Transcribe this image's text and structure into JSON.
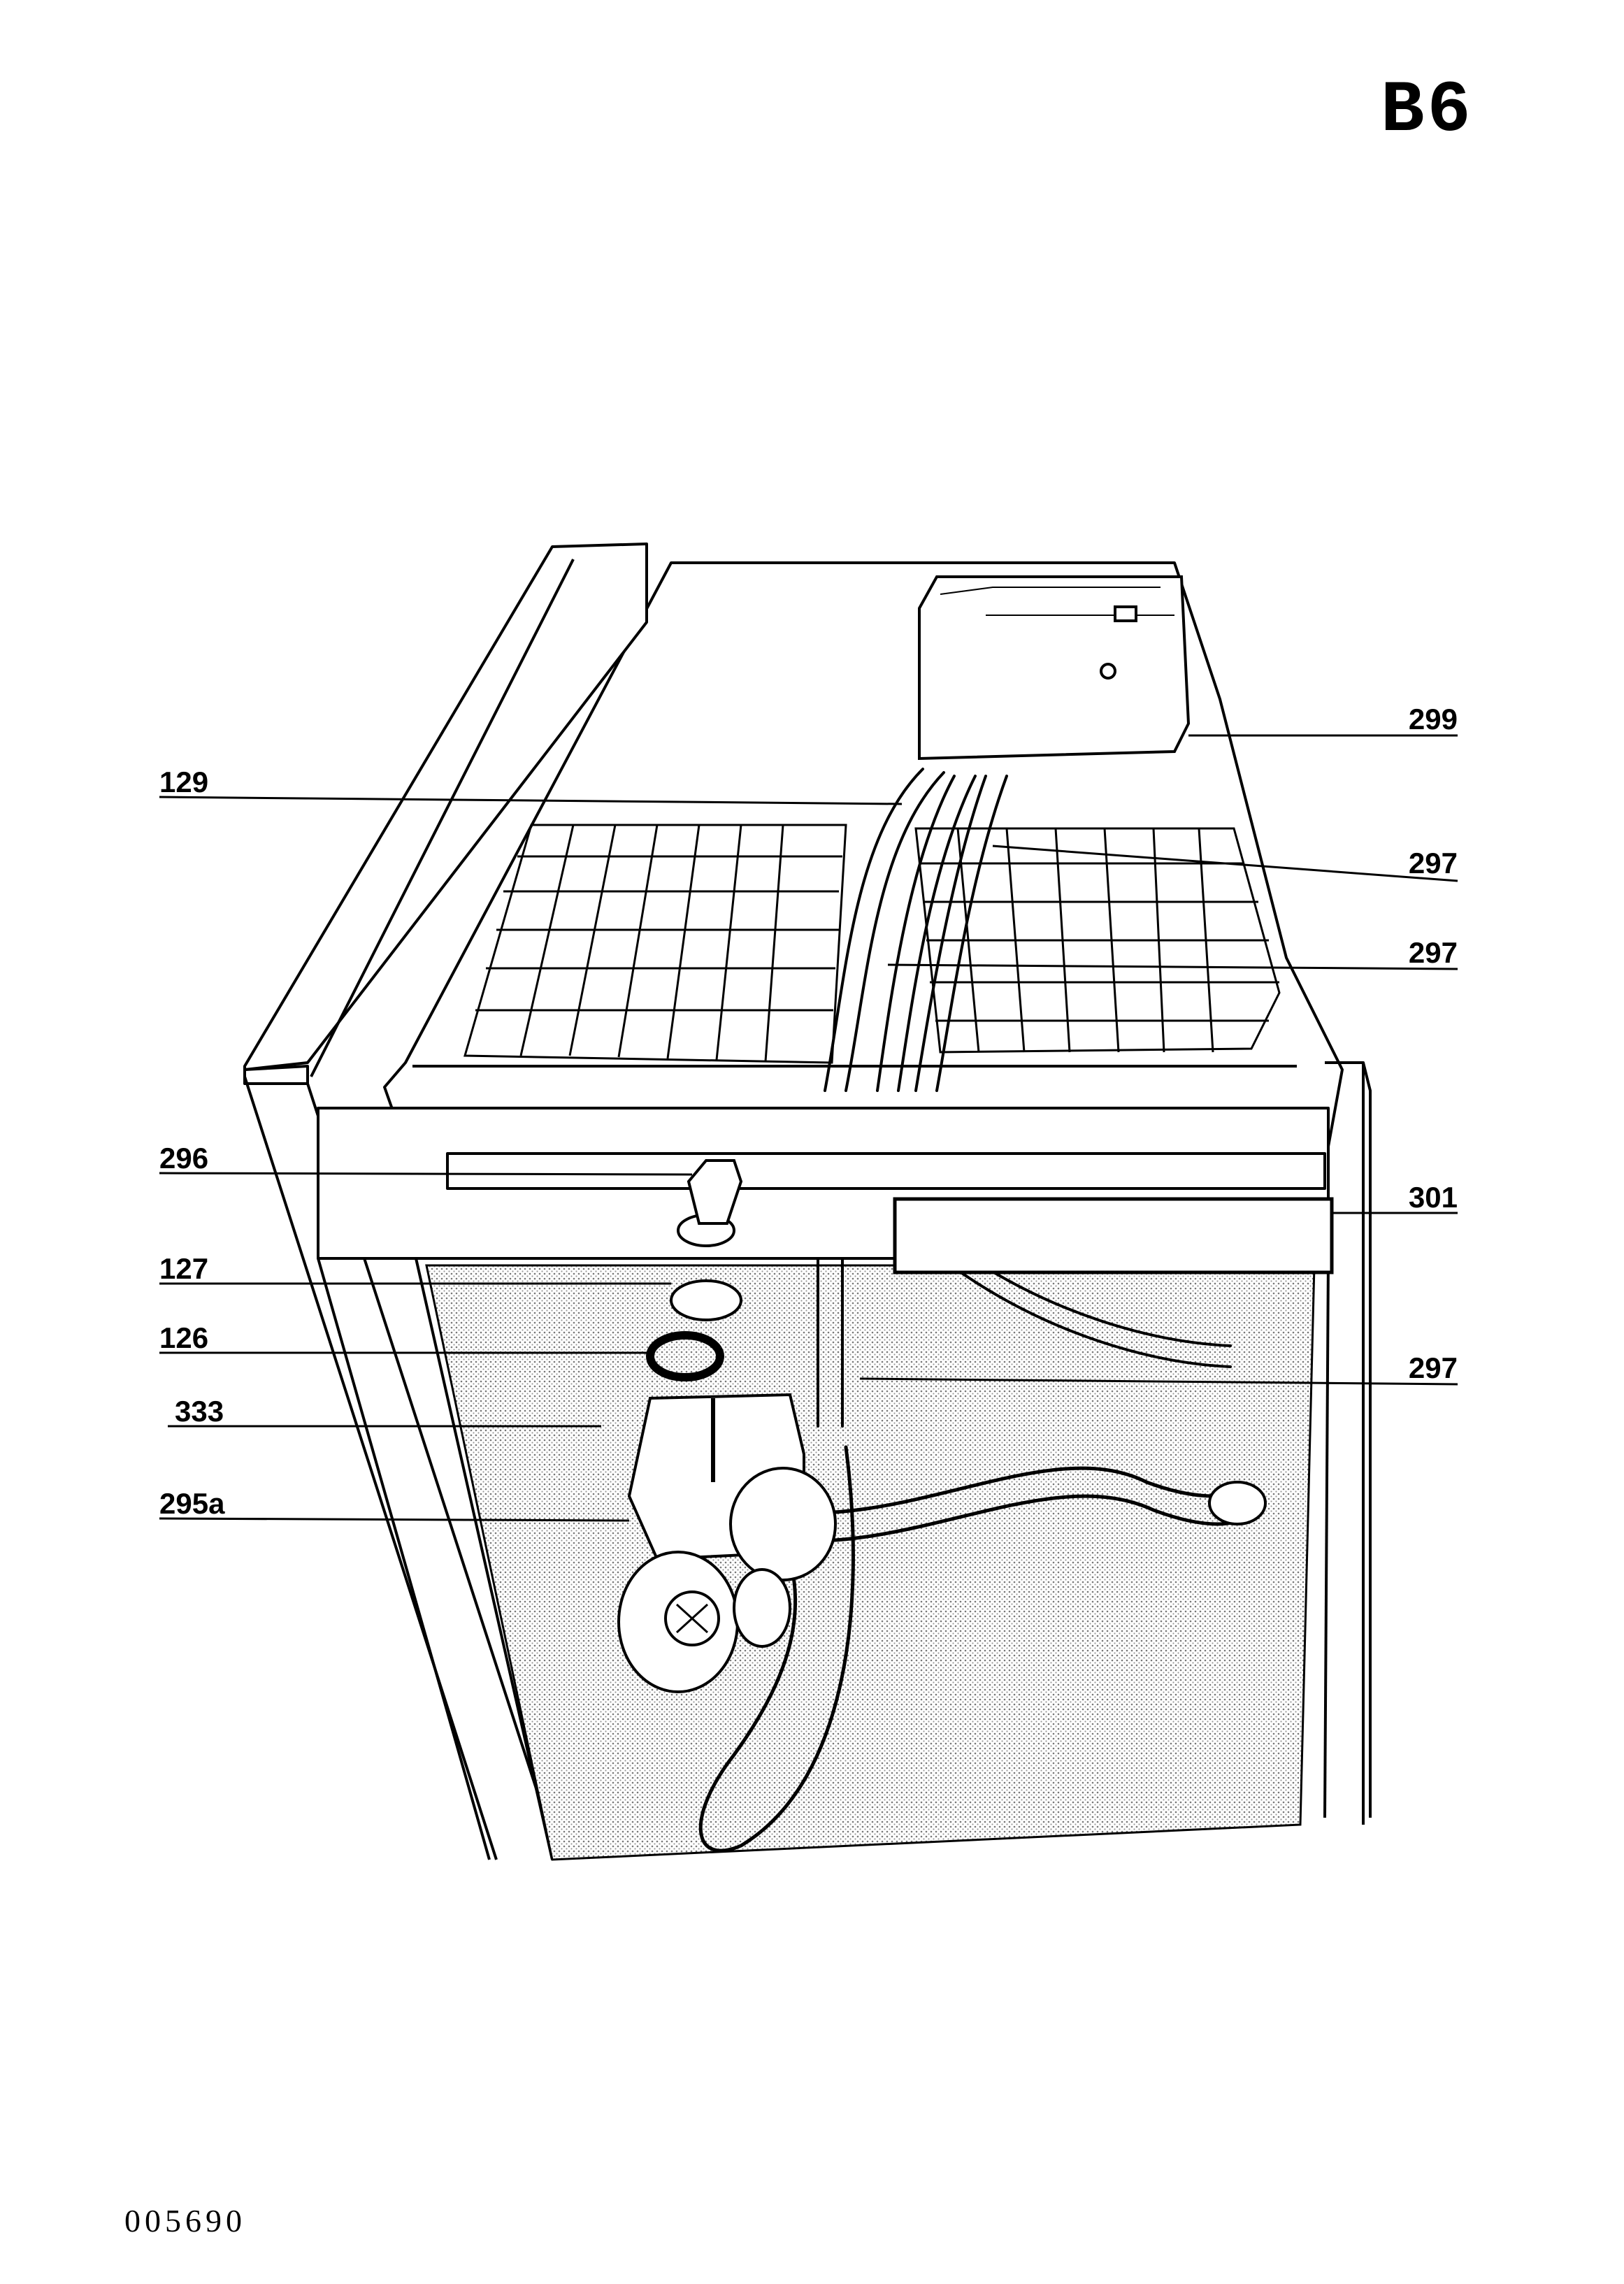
{
  "sheet_code": "B6",
  "drawing_number": "005690",
  "callouts": {
    "p129": "129",
    "p296": "296",
    "p127": "127",
    "p126": "126",
    "p333": "333",
    "p295a": "295a",
    "p299": "299",
    "p297_top": "297",
    "p297_mid": "297",
    "p301": "301",
    "p297_low": "297"
  }
}
